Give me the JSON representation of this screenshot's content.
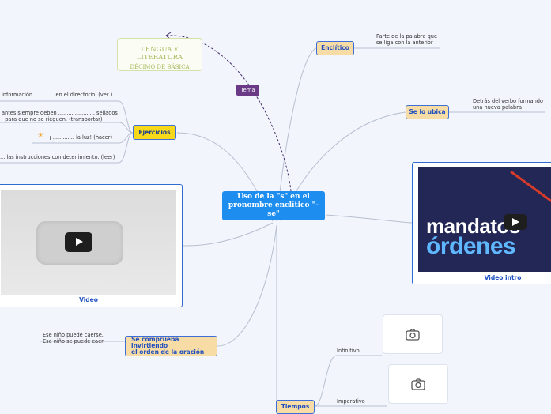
{
  "central": {
    "title": "Uso de la \"s\" en el pronombre enclítico \"-se\""
  },
  "tema": {
    "label": "Tema"
  },
  "lengua": {
    "line1": "LENGUA Y LITERATURA",
    "line2": "DÉCIMO DE BÁSICA"
  },
  "enclitico": {
    "label": "Enclítico",
    "note": "Parte de la palabra que\nse liga con la anterior"
  },
  "ubica": {
    "label": "Se lo ubica",
    "note": "Detrás del verbo formando\nuna nueva palabra"
  },
  "ejercicios": {
    "label": "Ejercicios",
    "items": [
      "información ............ en el directorio. (ver )",
      "antes siempre deben ...................... sellados\n  para que no se rieguen. (transportar)",
      "¡ ............. la luz! (hacer)",
      "... las instrucciones con detenimiento. (leer)"
    ]
  },
  "video_left": {
    "caption": "Video"
  },
  "video_right": {
    "caption": "Video intro",
    "text1": "mandatos",
    "text2": "órdenes"
  },
  "comprueba": {
    "label": "Se comprueba invirtiendo\nel orden de la oración",
    "note": "Ese niño puede caerse.\nEse niño se puede caer."
  },
  "tiempos": {
    "label": "Tiempos",
    "sub1": "Infinitivo",
    "sub2": "Imperativo"
  },
  "colors": {
    "central": "#1d8ef0",
    "node_fill": "#f7dca6",
    "node_border": "#3d6fd6",
    "highlight": "#f8d91a",
    "tema": "#6a3a86"
  }
}
